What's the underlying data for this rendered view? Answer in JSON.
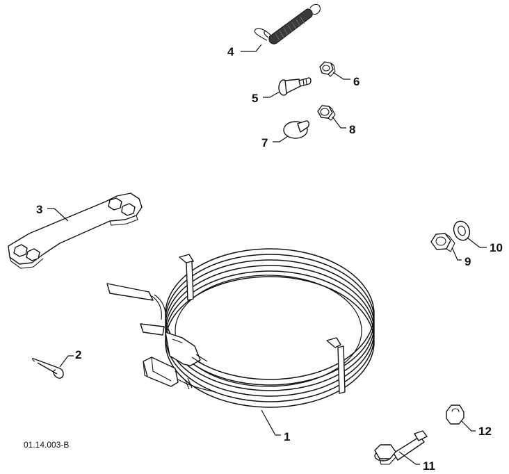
{
  "document_id": "01.14.003-B",
  "callouts": {
    "c1": "1",
    "c2": "2",
    "c3": "3",
    "c4": "4",
    "c5": "5",
    "c6": "6",
    "c7": "7",
    "c8": "8",
    "c9": "9",
    "c10": "10",
    "c11": "11",
    "c12": "12"
  },
  "colors": {
    "line": "#111111",
    "background": "#ffffff"
  }
}
